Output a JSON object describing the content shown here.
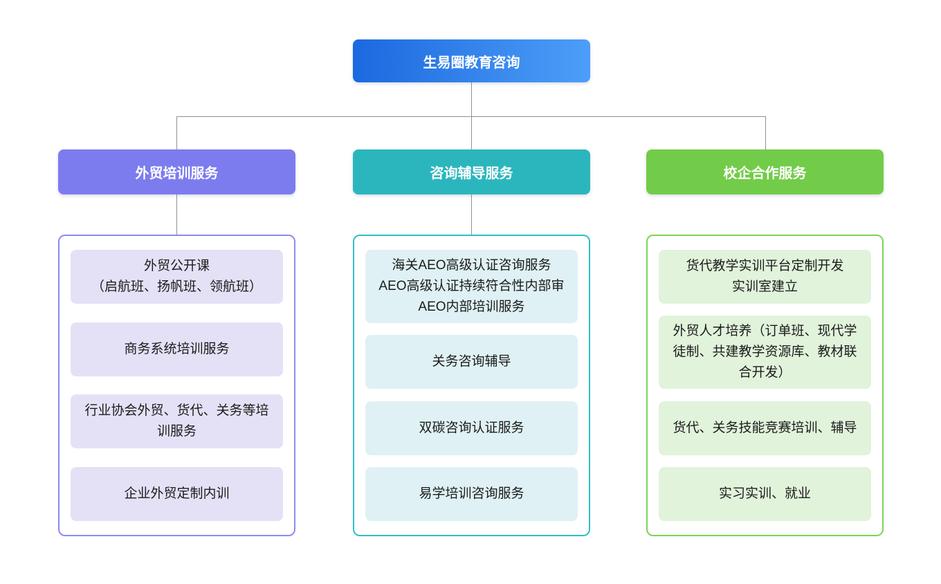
{
  "root": {
    "label": "生易圈教育咨询",
    "gradient_start": "#1b69df",
    "gradient_end": "#4d9ef8",
    "text_color": "#ffffff"
  },
  "connector_color": "#8a919c",
  "branches": [
    {
      "label": "外贸培训服务",
      "node_color": "#7c7cef",
      "group_border_color": "#8b8bf3",
      "item_bg_color": "#e4e1f7",
      "items": [
        {
          "text": "外贸公开课\n（启航班、扬帆班、领航班）"
        },
        {
          "text": "商务系统培训服务"
        },
        {
          "text": "行业协会外贸、货代、关务等培训服务"
        },
        {
          "text": "企业外贸定制内训"
        }
      ]
    },
    {
      "label": "咨询辅导服务",
      "node_color": "#2bb6bd",
      "group_border_color": "#2fbfc7",
      "item_bg_color": "#dff1f4",
      "items": [
        {
          "text": "海关AEO高级认证咨询服务\nAEO高级认证持续符合性内部审\nAEO内部培训服务"
        },
        {
          "text": "关务咨询辅导"
        },
        {
          "text": "双碳咨询认证服务"
        },
        {
          "text": "易学培训咨询服务"
        }
      ]
    },
    {
      "label": "校企合作服务",
      "node_color": "#73cc49",
      "group_border_color": "#7dd357",
      "item_bg_color": "#e1f3db",
      "items": [
        {
          "text": "货代教学实训平台定制开发\n实训室建立"
        },
        {
          "text": "外贸人才培养（订单班、现代学徒制、共建教学资源库、教材联合开发）"
        },
        {
          "text": "货代、关务技能竞赛培训、辅导"
        },
        {
          "text": "实习实训、就业"
        }
      ]
    }
  ]
}
